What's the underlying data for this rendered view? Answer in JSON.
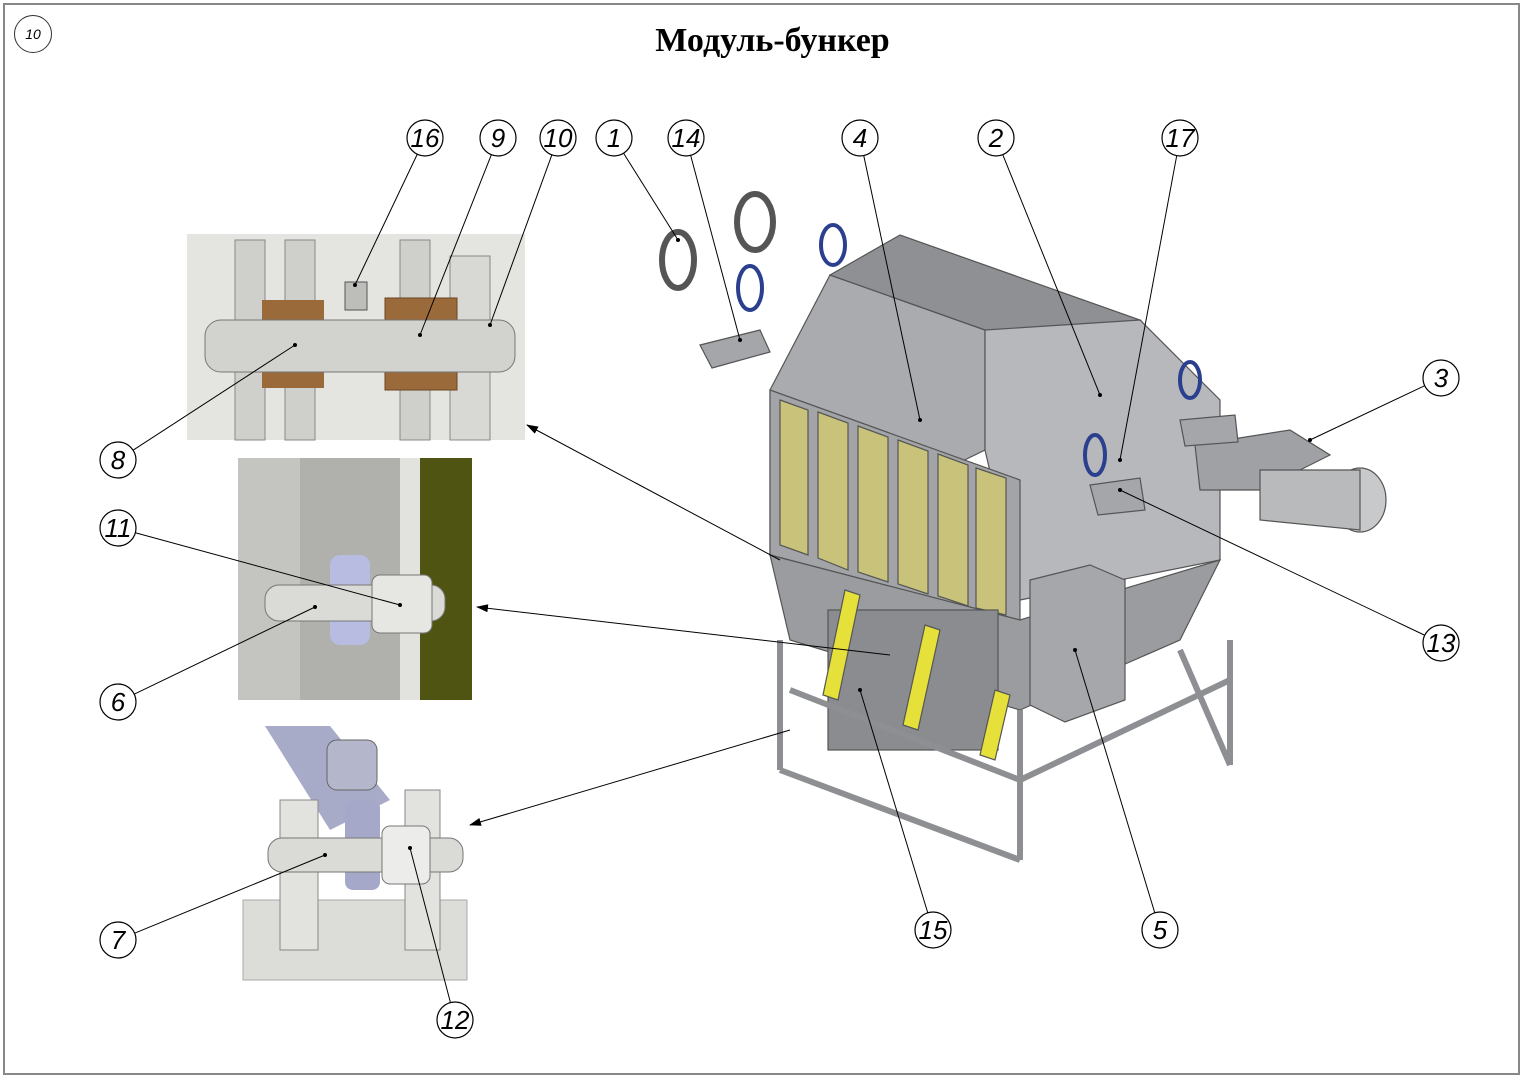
{
  "sheet_number": "10",
  "title": "Модуль-бункер",
  "callouts": [
    "16",
    "9",
    "10",
    "1",
    "14",
    "4",
    "2",
    "17",
    "3",
    "13",
    "8",
    "11",
    "6",
    "7",
    "12",
    "15",
    "5"
  ],
  "colors": {
    "frame": "#9a9c9f",
    "panel": "#c9c27a",
    "yellow": "#e5e03a",
    "bronze": "#9a6a3a",
    "inset_bg": "#e6e6e3",
    "olive": "#4f5412",
    "blue": "#2b3f8f"
  }
}
